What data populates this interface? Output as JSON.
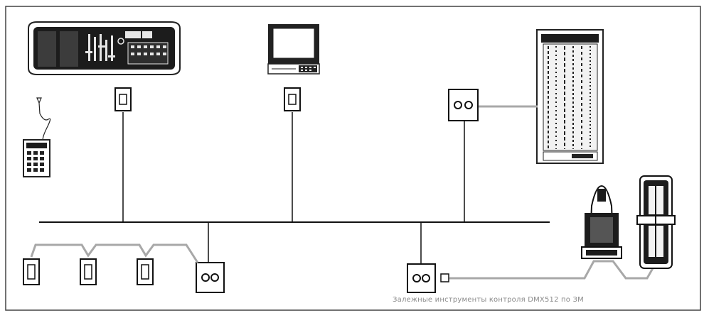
{
  "diagram": {
    "caption": "Залежные инструменты контроля DMX512 по ЗМ",
    "colors": {
      "line": "#111111",
      "cable": "#a8a8a8",
      "border": "#333333",
      "panel_dark": "#1c1c1c",
      "face_light": "#f2f2f2"
    },
    "devices": [
      "lighting-console",
      "computer-terminal",
      "dimmer-rack",
      "remote-keypad",
      "moving-head-fixture",
      "scanner-fixture"
    ],
    "nodes": [
      "node-console",
      "node-computer",
      "node-rack",
      "node-bottom-left",
      "node-bottom-right",
      "node-chain-1",
      "node-chain-2",
      "node-chain-3"
    ]
  }
}
